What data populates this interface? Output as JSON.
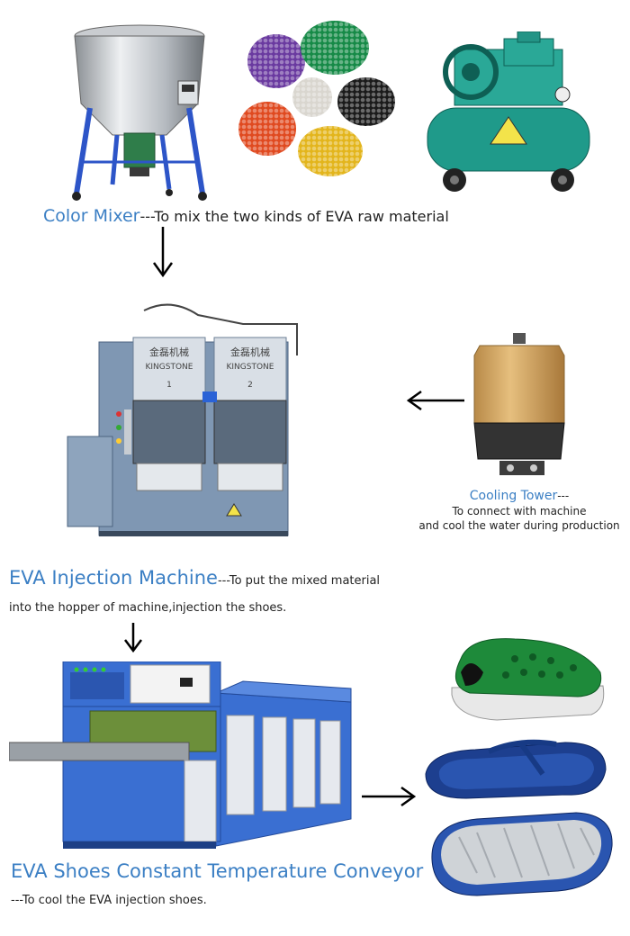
{
  "section1": {
    "mixer_label": "Color Mixer",
    "mixer_desc": "---To mix the two kinds of EVA raw material"
  },
  "section2": {
    "brand_cn": "金磊机械",
    "brand_en": "KINGSTONE",
    "unit_left": "1",
    "unit_right": "2",
    "cooling_label": "Cooling Tower",
    "cooling_dash": "---",
    "cooling_line1": "To connect with machine",
    "cooling_line2": "and cool the  water during production",
    "injection_label": "EVA Injection Machine",
    "injection_desc1": "---To put the mixed material",
    "injection_desc2": "into the hopper of machine,injection the shoes."
  },
  "section3": {
    "conveyor_label": "EVA Shoes Constant Temperature Conveyor",
    "conveyor_desc": "---To cool the EVA injection shoes."
  },
  "colors": {
    "accent_blue": "#3b7fc4",
    "machine_blue": "#3a6fd2",
    "compressor_green": "#1f9a8a"
  }
}
